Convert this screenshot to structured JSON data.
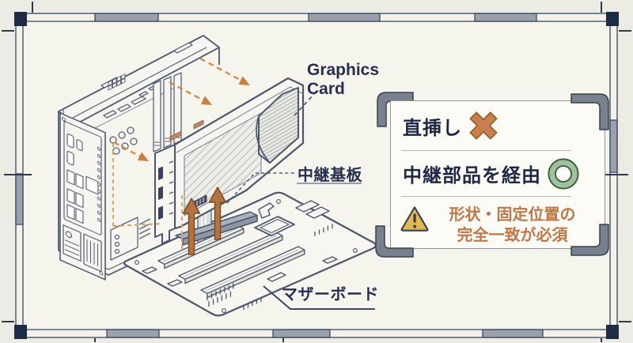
{
  "diagram": {
    "labels": {
      "graphics_card": "Graphics Card",
      "riser_board": "中継基板",
      "motherboard": "マザーボード"
    }
  },
  "callout": {
    "items": [
      {
        "label": "直挿し",
        "icon": "cross-mark"
      },
      {
        "label": "中継部品を経由",
        "icon": "ring-mark"
      }
    ],
    "warning": {
      "icon": "warning-triangle",
      "line1": "形状・固定位置の",
      "line2": "完全一致が必須"
    }
  },
  "palette": {
    "paper": "#f5f4ed",
    "line_art": "#4c566c",
    "navy_text": "#222c4a",
    "arrow_solid": "#b4743f",
    "arrow_dashed": "#cf8d52",
    "warning_text": "#bd7748",
    "cross_color": "#c8804e",
    "ring_color": "#9dc39a",
    "triangle_fill": "#e3b850",
    "frame_corner": "#1d2b43",
    "frame_gray": "#9aa1ad",
    "bracket_gray": "#79818e"
  }
}
